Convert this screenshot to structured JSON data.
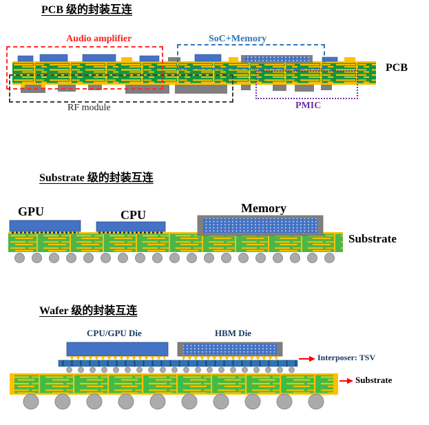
{
  "colors": {
    "pcb_green": "#129540",
    "substrate_green": "#4cb648",
    "wafer_substrate_green": "#3fbc47",
    "trace_yellow": "#ffc000",
    "die_blue": "#4472c4",
    "package_gray": "#7f7f7f",
    "ball_gray": "#ababab",
    "audio_amplifier_red": "#ff1f1f",
    "soc_memory_blue": "#2e75b6",
    "pmic_purple": "#7030a0",
    "die_label_navy": "#17375e",
    "arrow_red": "#ff0000"
  },
  "sections": {
    "pcb_level": {
      "title": "PCB 级的封装互连",
      "labels": {
        "audio_amplifier": "Audio amplifier",
        "soc_memory": "SoC+Memory",
        "pcb": "PCB",
        "rf_module": "RF module",
        "pmic": "PMIC"
      }
    },
    "substrate_level": {
      "title": "Substrate 级的封装互连",
      "labels": {
        "gpu": "GPU",
        "cpu": "CPU",
        "memory": "Memory",
        "substrate": "Substrate"
      }
    },
    "wafer_level": {
      "title": "Wafer 级的封装互连",
      "labels": {
        "cpu_gpu_die": "CPU/GPU Die",
        "hbm_die": "HBM Die",
        "interposer_tsv": "Interposer: TSV",
        "substrate": "Substrate"
      }
    }
  }
}
